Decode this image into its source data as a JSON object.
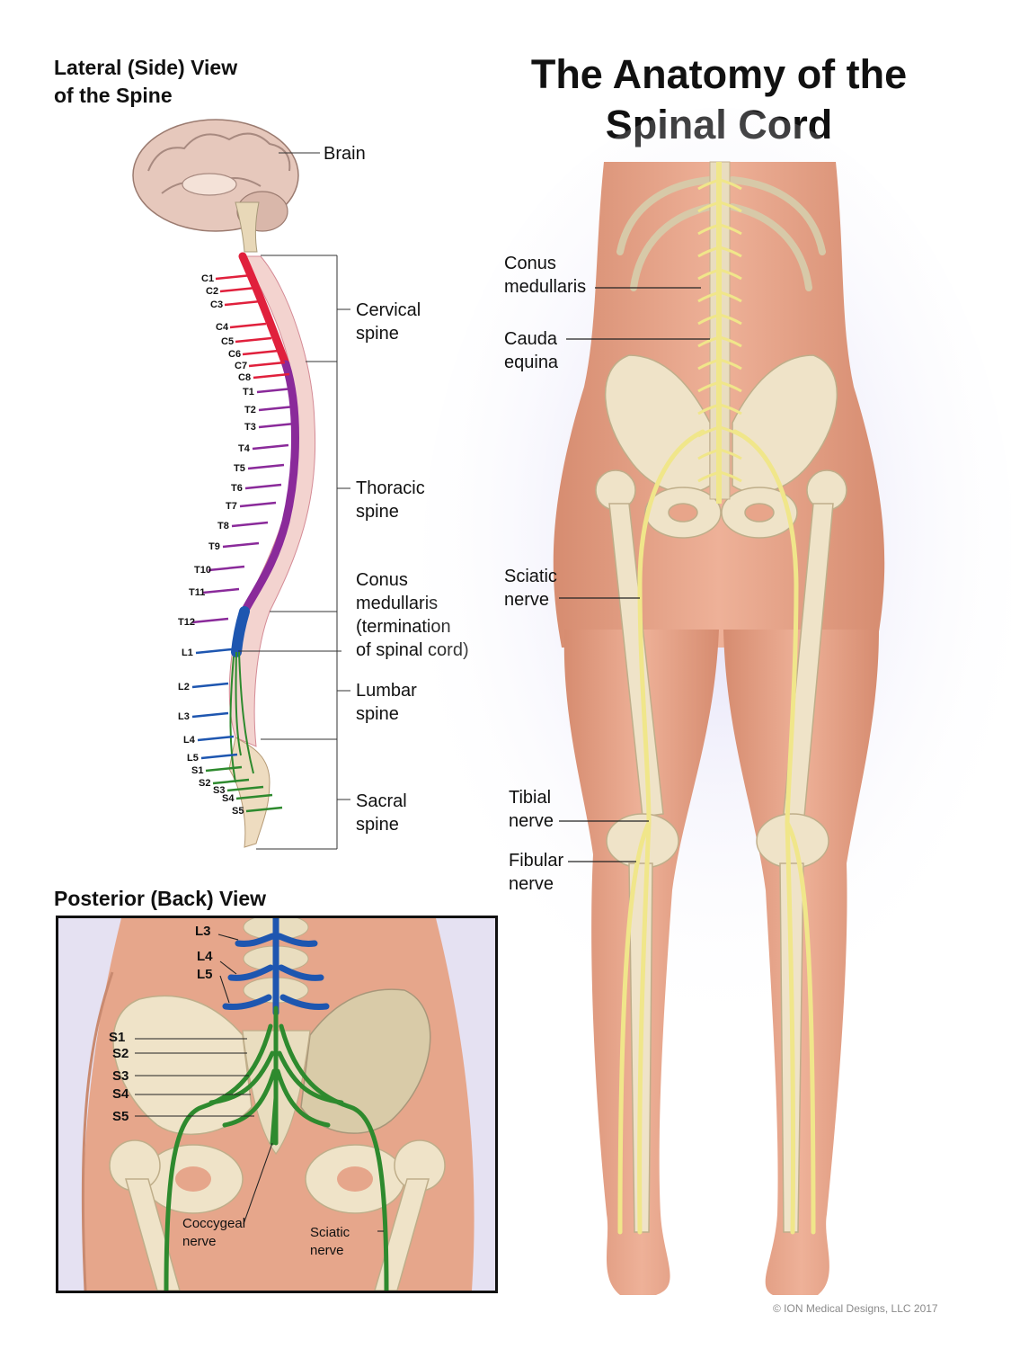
{
  "main_title": "The Anatomy of the\nSpinal Cord",
  "lateral_title": "Lateral (Side) View\nof the Spine",
  "posterior_title": "Posterior (Back) View",
  "copyright": "© ION Medical Designs, LLC 2017",
  "lateral_labels": {
    "brain": "Brain",
    "cervical": "Cervical\nspine",
    "thoracic": "Thoracic\nspine",
    "conus": "Conus\nmedullaris\n(termination\nof spinal cord)",
    "lumbar": "Lumbar\nspine",
    "sacral": "Sacral\nspine"
  },
  "vertebrae": [
    "C1",
    "C2",
    "C3",
    "C4",
    "C5",
    "C6",
    "C7",
    "C8",
    "T1",
    "T2",
    "T3",
    "T4",
    "T5",
    "T6",
    "T7",
    "T8",
    "T9",
    "T10",
    "T11",
    "T12",
    "L1",
    "L2",
    "L3",
    "L4",
    "L5",
    "S1",
    "S2",
    "S3",
    "S4",
    "S5"
  ],
  "body_labels": {
    "conus": "Conus\nmedullaris",
    "cauda": "Cauda\nequina",
    "sciatic": "Sciatic\nnerve",
    "tibial": "Tibial\nnerve",
    "fibular": "Fibular\nnerve"
  },
  "inset_labels": {
    "vertebrae": [
      "L3",
      "L4",
      "L5",
      "S1",
      "S2",
      "S3",
      "S4",
      "S5"
    ],
    "coccygeal": "Coccygeal\nnerve",
    "sciatic": "Sciatic\nnerve"
  },
  "colors": {
    "cervical": "#e0203c",
    "thoracic": "#8a2a9a",
    "lumbar": "#1e56b0",
    "sacral": "#2e8a2e",
    "nerve_yellow": "#f0e68a",
    "skin": "#e8a58a",
    "bone": "#efe3c8"
  }
}
